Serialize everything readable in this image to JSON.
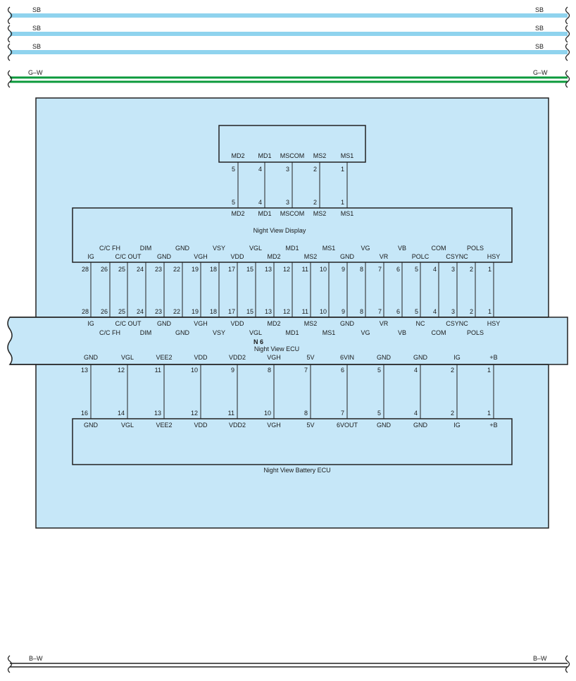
{
  "wires_top": [
    {
      "label": "SB",
      "color": "#8fd3ee"
    },
    {
      "label": "SB",
      "color": "#8fd3ee"
    },
    {
      "label": "SB",
      "color": "#8fd3ee"
    },
    {
      "label": "G–W",
      "color": "#0c9a3c"
    }
  ],
  "wire_bottom": {
    "label": "B–W",
    "color": "#222222"
  },
  "area_color": "#c6e7f8",
  "display_connector": {
    "top_pin_names": [
      "MD2",
      "MD1",
      "MSCOM",
      "MS2",
      "MS1"
    ],
    "top_pin_numbers": [
      "5",
      "4",
      "3",
      "2",
      "1"
    ],
    "bottom_pin_numbers": [
      "5",
      "4",
      "3",
      "2",
      "1"
    ],
    "bottom_pin_names": [
      "MD2",
      "MD1",
      "MSCOM",
      "MS2",
      "MS1"
    ]
  },
  "night_view_display": {
    "title": "Night View Display",
    "names_row1": [
      "C/C FH",
      "DIM",
      "GND",
      "VSY",
      "VGL",
      "MD1",
      "MS1",
      "VG",
      "VB",
      "COM",
      "POLS"
    ],
    "names_row2": [
      "IG",
      "C/C OUT",
      "GND",
      "VGH",
      "VDD",
      "MD2",
      "MS2",
      "GND",
      "VR",
      "POLC",
      "CSYNC",
      "HSY"
    ],
    "pins": [
      "28",
      "26",
      "25",
      "24",
      "23",
      "22",
      "19",
      "18",
      "17",
      "15",
      "13",
      "12",
      "11",
      "10",
      "9",
      "8",
      "7",
      "6",
      "5",
      "4",
      "3",
      "2",
      "1"
    ]
  },
  "ecu": {
    "code": "N 6",
    "title": "Night View ECU",
    "pins_top": [
      "28",
      "26",
      "25",
      "24",
      "23",
      "22",
      "19",
      "18",
      "17",
      "15",
      "13",
      "12",
      "11",
      "10",
      "9",
      "8",
      "7",
      "6",
      "5",
      "4",
      "3",
      "2",
      "1"
    ],
    "names_row1": [
      "IG",
      "C/C OUT",
      "GND",
      "VGH",
      "VDD",
      "MD2",
      "MS2",
      "GND",
      "VR",
      "NC",
      "CSYNC",
      "HSY"
    ],
    "names_row2": [
      "C/C FH",
      "DIM",
      "GND",
      "VSY",
      "VGL",
      "MD1",
      "MS1",
      "VG",
      "VB",
      "COM",
      "POLS"
    ],
    "lower_names": [
      "GND",
      "VGL",
      "VEE2",
      "VDD",
      "VDD2",
      "VGH",
      "5V",
      "6VIN",
      "GND",
      "GND",
      "IG",
      "+B"
    ],
    "lower_pins": [
      "13",
      "12",
      "11",
      "10",
      "9",
      "8",
      "7",
      "6",
      "5",
      "4",
      "2",
      "1"
    ]
  },
  "battery_ecu": {
    "title": "Night View Battery ECU",
    "pins": [
      "16",
      "14",
      "13",
      "12",
      "11",
      "10",
      "8",
      "7",
      "5",
      "4",
      "2",
      "1"
    ],
    "names": [
      "GND",
      "VGL",
      "VEE2",
      "VDD",
      "VDD2",
      "VGH",
      "5V",
      "6VOUT",
      "GND",
      "GND",
      "IG",
      "+B"
    ]
  }
}
